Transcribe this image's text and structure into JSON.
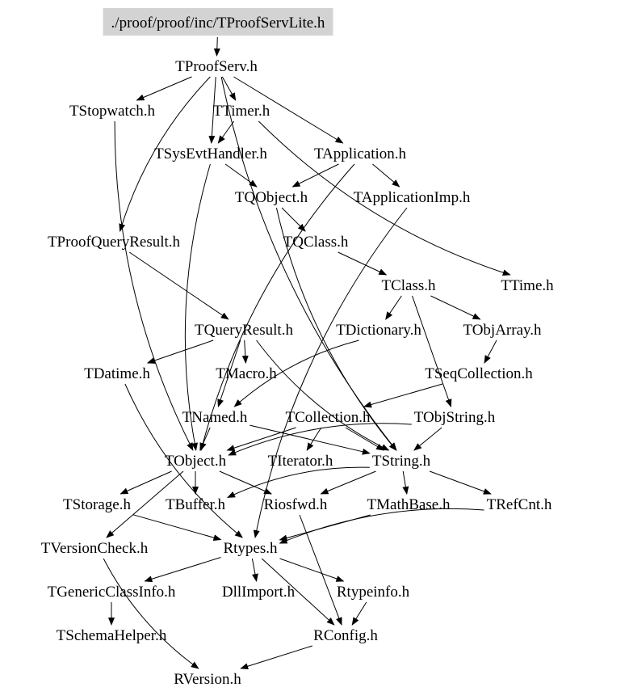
{
  "graph": {
    "root": "./proof/proof/inc/TProofServLite.h",
    "colors": {
      "root_fill": "#d3d3d3",
      "edge": "#000000",
      "text": "#000000",
      "background": "#ffffff"
    },
    "nodes": [
      {
        "id": "root",
        "label": "./proof/proof/inc/TProofServLite.h"
      },
      {
        "id": "tproofserv",
        "label": "TProofServ.h"
      },
      {
        "id": "tstopwatch",
        "label": "TStopwatch.h"
      },
      {
        "id": "ttimer",
        "label": "TTimer.h"
      },
      {
        "id": "tsysevthandler",
        "label": "TSysEvtHandler.h"
      },
      {
        "id": "tapplication",
        "label": "TApplication.h"
      },
      {
        "id": "tqobject",
        "label": "TQObject.h"
      },
      {
        "id": "tapplicationimp",
        "label": "TApplicationImp.h"
      },
      {
        "id": "tproofqueryresult",
        "label": "TProofQueryResult.h"
      },
      {
        "id": "tqclass",
        "label": "TQClass.h"
      },
      {
        "id": "tclass",
        "label": "TClass.h"
      },
      {
        "id": "ttime",
        "label": "TTime.h"
      },
      {
        "id": "tqueryresult",
        "label": "TQueryResult.h"
      },
      {
        "id": "tdictionary",
        "label": "TDictionary.h"
      },
      {
        "id": "tobjarray",
        "label": "TObjArray.h"
      },
      {
        "id": "tdatime",
        "label": "TDatime.h"
      },
      {
        "id": "tmacro",
        "label": "TMacro.h"
      },
      {
        "id": "tseqcollection",
        "label": "TSeqCollection.h"
      },
      {
        "id": "tnamed",
        "label": "TNamed.h"
      },
      {
        "id": "tcollection",
        "label": "TCollection.h"
      },
      {
        "id": "tobjstring",
        "label": "TObjString.h"
      },
      {
        "id": "tobject",
        "label": "TObject.h"
      },
      {
        "id": "titerator",
        "label": "TIterator.h"
      },
      {
        "id": "tstring",
        "label": "TString.h"
      },
      {
        "id": "tstorage",
        "label": "TStorage.h"
      },
      {
        "id": "tbuffer",
        "label": "TBuffer.h"
      },
      {
        "id": "riosfwd",
        "label": "Riosfwd.h"
      },
      {
        "id": "tmathbase",
        "label": "TMathBase.h"
      },
      {
        "id": "trefcnt",
        "label": "TRefCnt.h"
      },
      {
        "id": "tversioncheck",
        "label": "TVersionCheck.h"
      },
      {
        "id": "rtypes",
        "label": "Rtypes.h"
      },
      {
        "id": "tgenericclassinfo",
        "label": "TGenericClassInfo.h"
      },
      {
        "id": "dllimport",
        "label": "DllImport.h"
      },
      {
        "id": "rtypeinfo",
        "label": "Rtypeinfo.h"
      },
      {
        "id": "tschemahelper",
        "label": "TSchemaHelper.h"
      },
      {
        "id": "rconfig",
        "label": "RConfig.h"
      },
      {
        "id": "rversion",
        "label": "RVersion.h"
      }
    ],
    "edges": [
      [
        "root",
        "tproofserv"
      ],
      [
        "tproofserv",
        "tstopwatch"
      ],
      [
        "tproofserv",
        "ttimer"
      ],
      [
        "tproofserv",
        "tsysevthandler"
      ],
      [
        "tproofserv",
        "tapplication"
      ],
      [
        "tproofserv",
        "tproofqueryresult"
      ],
      [
        "tproofserv",
        "tstring"
      ],
      [
        "tstopwatch",
        "tobject"
      ],
      [
        "ttimer",
        "tsysevthandler"
      ],
      [
        "ttimer",
        "ttime"
      ],
      [
        "tsysevthandler",
        "tqobject"
      ],
      [
        "tsysevthandler",
        "tobject"
      ],
      [
        "tapplication",
        "tqobject"
      ],
      [
        "tapplication",
        "tapplicationimp"
      ],
      [
        "tapplication",
        "tobject"
      ],
      [
        "tqobject",
        "tqclass"
      ],
      [
        "tqobject",
        "tstring"
      ],
      [
        "tapplicationimp",
        "rtypes"
      ],
      [
        "tproofqueryresult",
        "tqueryresult"
      ],
      [
        "tqclass",
        "tclass"
      ],
      [
        "tclass",
        "tdictionary"
      ],
      [
        "tclass",
        "tobjarray"
      ],
      [
        "tclass",
        "tobjstring"
      ],
      [
        "tqueryresult",
        "tdatime"
      ],
      [
        "tqueryresult",
        "tmacro"
      ],
      [
        "tqueryresult",
        "tnamed"
      ],
      [
        "tqueryresult",
        "tstring"
      ],
      [
        "tdictionary",
        "tnamed"
      ],
      [
        "tobjarray",
        "tseqcollection"
      ],
      [
        "tseqcollection",
        "tcollection"
      ],
      [
        "tdatime",
        "rtypes"
      ],
      [
        "tnamed",
        "tobject"
      ],
      [
        "tnamed",
        "tstring"
      ],
      [
        "tcollection",
        "tobject"
      ],
      [
        "tcollection",
        "titerator"
      ],
      [
        "tcollection",
        "tstring"
      ],
      [
        "tobjstring",
        "tobject"
      ],
      [
        "tobjstring",
        "tstring"
      ],
      [
        "tobject",
        "tstorage"
      ],
      [
        "tobject",
        "tbuffer"
      ],
      [
        "tobject",
        "riosfwd"
      ],
      [
        "tobject",
        "tversioncheck"
      ],
      [
        "tstring",
        "tbuffer"
      ],
      [
        "tstring",
        "riosfwd"
      ],
      [
        "tstring",
        "tmathbase"
      ],
      [
        "tstring",
        "trefcnt"
      ],
      [
        "tstorage",
        "rtypes"
      ],
      [
        "tmathbase",
        "rtypes"
      ],
      [
        "trefcnt",
        "rtypes"
      ],
      [
        "riosfwd",
        "rconfig"
      ],
      [
        "tversioncheck",
        "rversion"
      ],
      [
        "rtypes",
        "tgenericclassinfo"
      ],
      [
        "rtypes",
        "dllimport"
      ],
      [
        "rtypes",
        "rtypeinfo"
      ],
      [
        "rtypes",
        "rconfig"
      ],
      [
        "tgenericclassinfo",
        "tschemahelper"
      ],
      [
        "rtypeinfo",
        "rconfig"
      ],
      [
        "rconfig",
        "rversion"
      ]
    ]
  }
}
